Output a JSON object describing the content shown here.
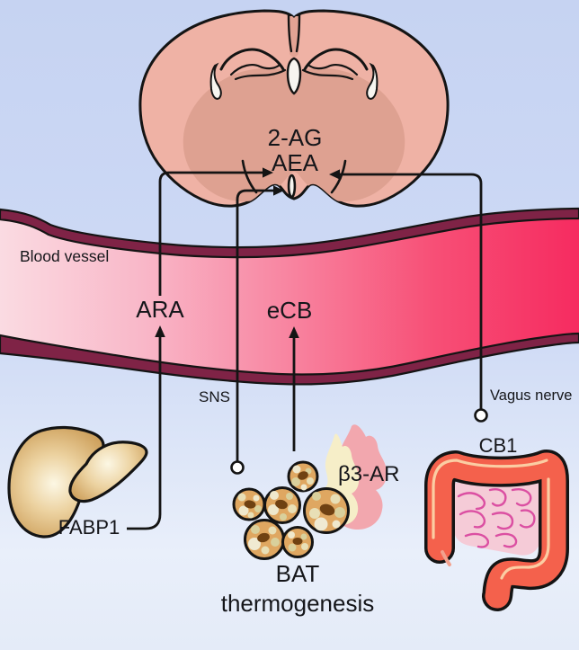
{
  "figure": {
    "labels": {
      "brain_metabolite_1": "2-AG",
      "brain_metabolite_2": "AEA",
      "blood_vessel": "Blood vessel",
      "ara": "ARA",
      "ecb": "eCB",
      "sns": "SNS",
      "vagus_nerve": "Vagus nerve",
      "fabp1": "FABP1",
      "beta3_ar": "β3-AR",
      "cb1": "CB1",
      "bat": "BAT",
      "thermogenesis": "thermogenesis"
    },
    "pathways": [
      {
        "id": "ara-liver-to-brain",
        "label": "ARA",
        "from": "liver (FABP1)",
        "to": "brain (2-AG / AEA)",
        "via": "blood vessel",
        "ending": "arrowhead"
      },
      {
        "id": "ecb-bat-to-blood",
        "label": "eCB",
        "from": "BAT",
        "to": "blood vessel",
        "ending": "arrowhead"
      },
      {
        "id": "sns-brain-to-bat",
        "label": "SNS",
        "from": "brain",
        "to": "BAT (β3-AR)",
        "ending": "circle-terminal"
      },
      {
        "id": "vagus-gut-to-brain",
        "label": "Vagus nerve",
        "from": "intestine (CB1)",
        "to": "brain",
        "ending": "circle-terminal"
      }
    ],
    "colors": {
      "background_top": "#c6d3f2",
      "background_bottom": "#edf2fb",
      "vessel_lumen_left": "#fadbe2",
      "vessel_lumen_right": "#f62b60",
      "vessel_wall": "#7f2346",
      "brain_outer": "#efb2a5",
      "brain_inner": "#dea191",
      "ventricle": "#f7f5f0",
      "liver_edge": "#c6954f",
      "liver_highlight": "#fcf7e4",
      "bat_cell_matrix": "#dfa761",
      "bat_nucleus": "#6f4112",
      "flame_inner": "#f6eec8",
      "flame_outer": "#f2a7ae",
      "colon": "#f4614c",
      "colon_highlight": "#fbd3a8",
      "small_intestine": "#f5cbd7",
      "intestine_squiggle": "#db4fa2",
      "line": "#141414"
    }
  }
}
